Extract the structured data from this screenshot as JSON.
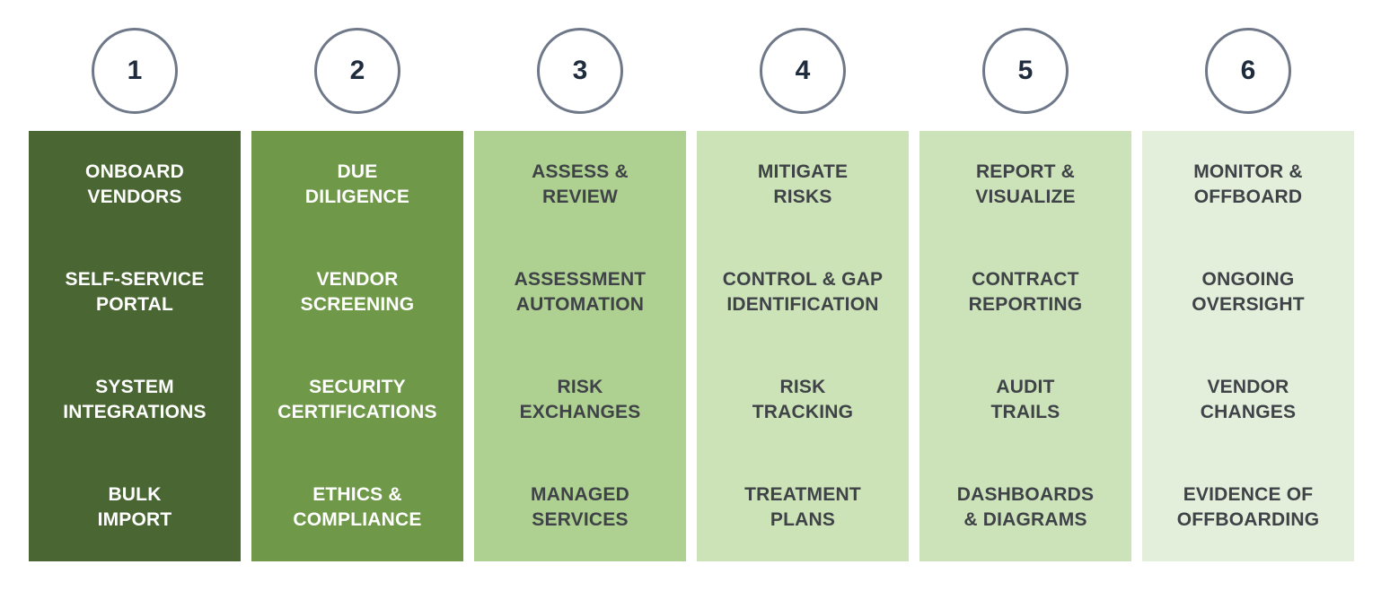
{
  "circle": {
    "border_color": "#6e7888",
    "number_color": "#1e2c3e",
    "fill": "#ffffff"
  },
  "steps": [
    {
      "number": "1",
      "bg": "#4a6632",
      "fg": "#ffffff",
      "title": "ONBOARD\nVENDORS",
      "items": [
        "SELF-SERVICE\nPORTAL",
        "SYSTEM\nINTEGRATIONS",
        "BULK\nIMPORT"
      ]
    },
    {
      "number": "2",
      "bg": "#6f9849",
      "fg": "#ffffff",
      "title": "DUE\nDILIGENCE",
      "items": [
        "VENDOR\nSCREENING",
        "SECURITY\nCERTIFICATIONS",
        "ETHICS &\nCOMPLIANCE"
      ]
    },
    {
      "number": "3",
      "bg": "#aed090",
      "fg": "#3f4347",
      "title": "ASSESS &\nREVIEW",
      "items": [
        "ASSESSMENT\nAUTOMATION",
        "RISK\nEXCHANGES",
        "MANAGED\nSERVICES"
      ]
    },
    {
      "number": "4",
      "bg": "#cce3b7",
      "fg": "#3f4347",
      "title": "MITIGATE\nRISKS",
      "items": [
        "CONTROL & GAP\nIDENTIFICATION",
        "RISK\nTRACKING",
        "TREATMENT\nPLANS"
      ]
    },
    {
      "number": "5",
      "bg": "#cce3b9",
      "fg": "#3f4347",
      "title": "REPORT &\nVISUALIZE",
      "items": [
        "CONTRACT\nREPORTING",
        "AUDIT\nTRAILS",
        "DASHBOARDS\n& DIAGRAMS"
      ]
    },
    {
      "number": "6",
      "bg": "#e4efdb",
      "fg": "#3f4347",
      "title": "MONITOR &\nOFFBOARD",
      "items": [
        "ONGOING\nOVERSIGHT",
        "VENDOR\nCHANGES",
        "EVIDENCE OF\nOFFBOARDING"
      ]
    }
  ]
}
